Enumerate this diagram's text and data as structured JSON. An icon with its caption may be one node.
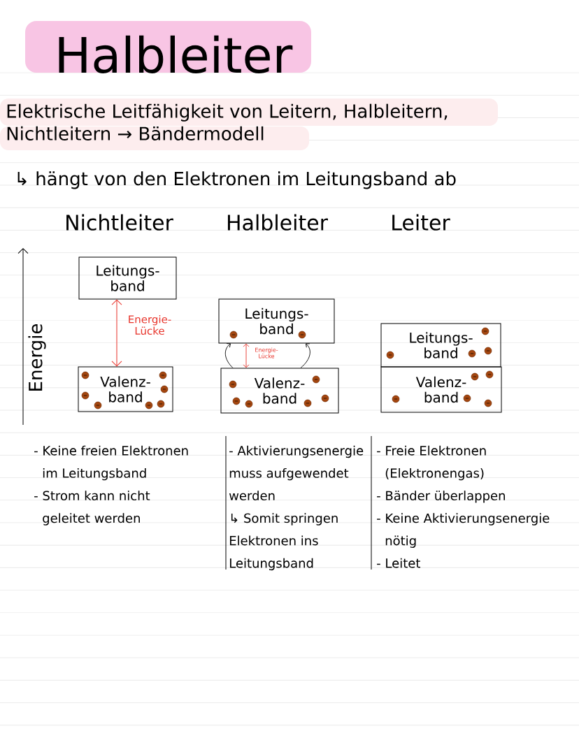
{
  "diagram": {
    "title": "Halbleiter",
    "nodes": [
      {
        "text": [
          "Leitungs- band"
        ]
      },
      {
        "text": [
          "Valenz- band"
        ]
      },
      {
        "text": [
          "Leitungs- band"
        ]
      },
      {
        "text": [
          "Valenz- band"
        ]
      },
      {
        "text": [
          "Leitungs- band"
        ]
      },
      {
        "text": [
          "Valenz- band"
        ]
      }
    ],
    "edges": [
      {
        "from": 0,
        "to": 1,
        "arrow": "both",
        "label": "Energie- Lücke",
        "color": "#e8332a"
      },
      {
        "from": 2,
        "to": 3,
        "arrow": "both",
        "label": "Energie- Lücke",
        "color": "#e8332a"
      },
      {
        "from": 3,
        "to": 2,
        "arrow": "to",
        "color": "#000000"
      },
      {
        "from": 3,
        "to": 2,
        "arrow": "to",
        "color": "#000000"
      }
    ],
    "labels": [
      "Elektrische Leitfähigkeit von Leitern, Halbleitern, Nichtleitern → Bändermodell",
      "↳ hängt von den Elektronen im Leitungsband ab",
      "Nichtleiter",
      "Halbleiter",
      "Leiter",
      "Energie",
      "- Keine freien Elektronen im Leitungsband",
      "- Strom kann nicht geleitet werden",
      "- Aktivierungsenergie muss aufgewendet werden",
      "↳ Somit springen Elektronen ins Leitungsband",
      "- Freie Elektronen (Elektronengas)",
      "- Bänder überlappen",
      "- Keine Aktivierungsenergie nötig",
      "- Leitet"
    ]
  }
}
